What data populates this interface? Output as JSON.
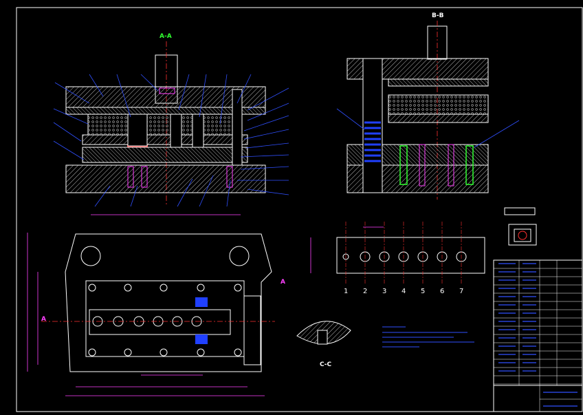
{
  "views": {
    "section_aa": "A-A",
    "section_bb": "B-B",
    "section_cc": "C-C",
    "view_mark_a": "A"
  },
  "strip_stations": [
    "1",
    "2",
    "3",
    "4",
    "5",
    "6",
    "7"
  ],
  "colors": {
    "background": "#000000",
    "outline": "#ffffff",
    "hatch": "#c8c8c8",
    "centerline": "#ff3030",
    "dimension": "#ff40ff",
    "leader": "#3050ff",
    "spring": "#2040ff",
    "bolt": "#30ff30",
    "title": "#00ff00"
  }
}
